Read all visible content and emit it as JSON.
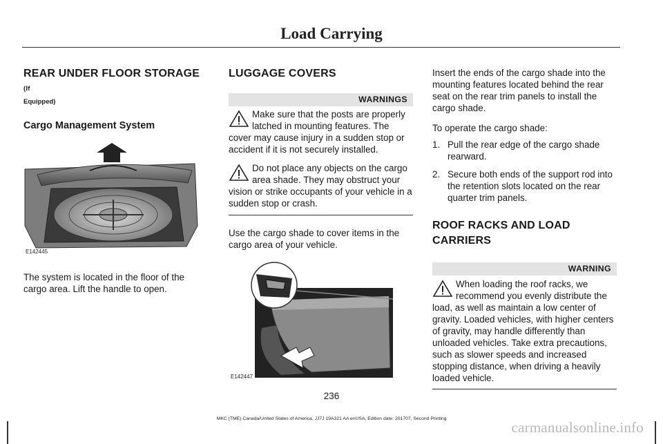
{
  "header": {
    "title": "Load Carrying"
  },
  "col1": {
    "heading": "REAR UNDER FLOOR STORAGE",
    "heading_small": "(If",
    "heading_small2": "Equipped)",
    "subheading": "Cargo Management System",
    "figure_id": "E142445",
    "body": "The system is located in the floor of the cargo area. Lift the handle to open."
  },
  "col2": {
    "heading": "LUGGAGE COVERS",
    "warnings_title": "WARNINGS",
    "warning1": "Make sure that the posts are properly latched in mounting features. The cover may cause injury in a sudden stop or accident if it is not securely installed.",
    "warning2": "Do not place any objects on the cargo area shade. They may obstruct your vision or strike occupants of your vehicle in a sudden stop or crash.",
    "body": "Use the cargo shade to cover items in the cargo area of your vehicle.",
    "figure_id": "E142447"
  },
  "col3": {
    "intro": "Insert the ends of the cargo shade into the mounting features located behind the rear seat on the rear trim panels to install the cargo shade.",
    "operate": "To operate the cargo shade:",
    "steps": [
      {
        "num": "1.",
        "text": "Pull the rear edge of the cargo shade rearward."
      },
      {
        "num": "2.",
        "text": "Secure both ends of the support rod into the retention slots located on the rear quarter trim panels."
      }
    ],
    "heading_line1": "ROOF RACKS AND LOAD",
    "heading_line2": "CARRIERS",
    "warning_title": "WARNING",
    "warning": "When loading the roof racks, we recommend you evenly distribute the load, as well as maintain a low center of gravity. Loaded vehicles, with higher centers of gravity, may handle differently than unloaded vehicles. Take extra precautions, such as slower speeds and increased stopping distance, when driving a heavily loaded vehicle."
  },
  "page_number": "236",
  "footer": "MKC (TME) Canada/United States of America, JJ7J 19A321 AA enUSA, Edition date: 201707, Second Printing",
  "watermark": "carmanualsonline.info"
}
